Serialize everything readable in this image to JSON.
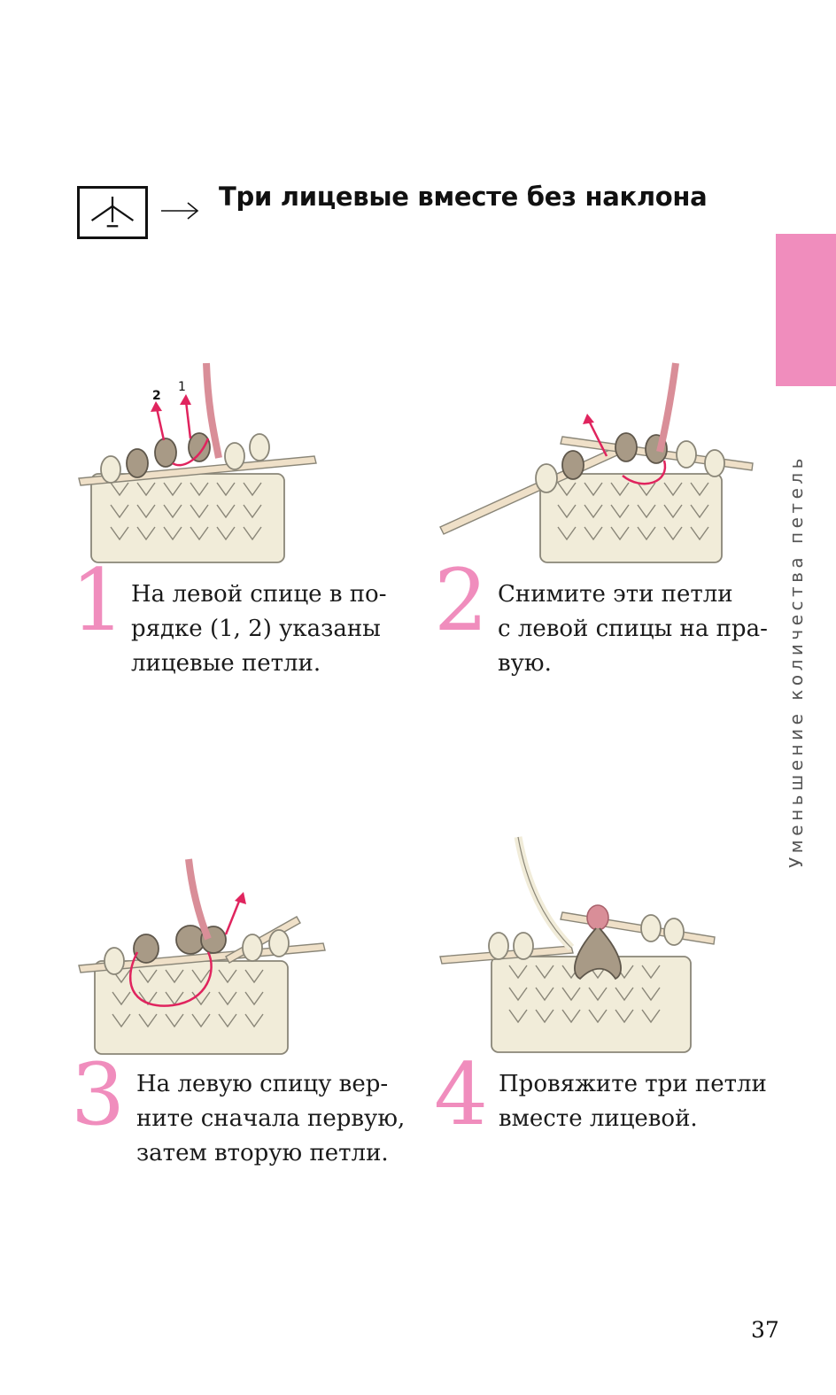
{
  "header": {
    "symbol_icon": "three-knit-together-central-symbol",
    "arrow_icon": "right-arrow-icon",
    "title": "Три лицевые вместе без наклона"
  },
  "side_tab": {
    "label": "Уменьшение количества петель",
    "color": "#f08dbd"
  },
  "steps": [
    {
      "number": "1",
      "text": "На левой спице в по-\nрядке (1, 2) указаны\nлицевые петли."
    },
    {
      "number": "2",
      "text": "Снимите эти петли\nс левой спицы на пра-\nвую."
    },
    {
      "number": "3",
      "text": "На левую спицу вер-\nните сначала первую,\nзатем вторую петли."
    },
    {
      "number": "4",
      "text": "Провяжите три петли\nвместе лицевой."
    }
  ],
  "illustration_labels": {
    "loop_1": "1",
    "loop_2": "2"
  },
  "colors": {
    "accent_pink": "#f08dbd",
    "yarn_cream": "#f1ecd9",
    "yarn_outline": "#8a8678",
    "highlight_loop": "#a89a86",
    "working_yarn": "#d98e98",
    "needle": "#efe0c8",
    "arrow_magenta": "#e0245e"
  },
  "page_number": "37"
}
